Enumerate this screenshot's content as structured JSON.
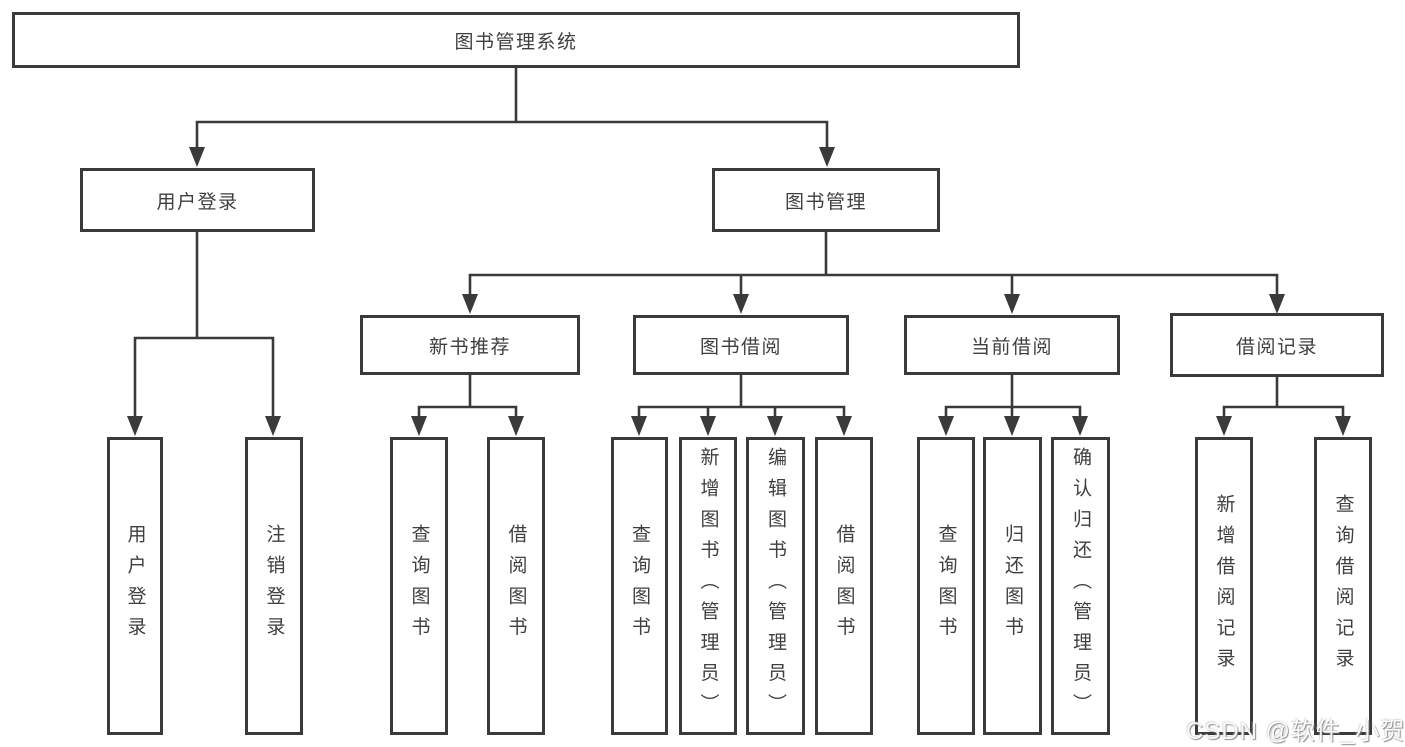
{
  "diagram": {
    "root": {
      "label": "图书管理系统"
    },
    "branches": [
      {
        "label": "用户登录",
        "children": [
          {
            "label": "用户登录"
          },
          {
            "label": "注销登录"
          }
        ]
      },
      {
        "label": "图书管理",
        "children": [
          {
            "label": "新书推荐",
            "children": [
              {
                "label": "查询图书"
              },
              {
                "label": "借阅图书"
              }
            ]
          },
          {
            "label": "图书借阅",
            "children": [
              {
                "label": "查询图书"
              },
              {
                "label": "新增图书（管理员）"
              },
              {
                "label": "编辑图书（管理员）"
              },
              {
                "label": "借阅图书"
              }
            ]
          },
          {
            "label": "当前借阅",
            "children": [
              {
                "label": "查询图书"
              },
              {
                "label": "归还图书"
              },
              {
                "label": "确认归还（管理员）"
              }
            ]
          },
          {
            "label": "借阅记录",
            "children": [
              {
                "label": "新增借阅记录"
              },
              {
                "label": "查询借阅记录"
              }
            ]
          }
        ]
      }
    ]
  },
  "colors": {
    "line": "#3a3a3a",
    "text": "#3f3f3f",
    "background": "#ffffff"
  },
  "watermark": {
    "text": "CSDN @软件_小贺同学"
  }
}
